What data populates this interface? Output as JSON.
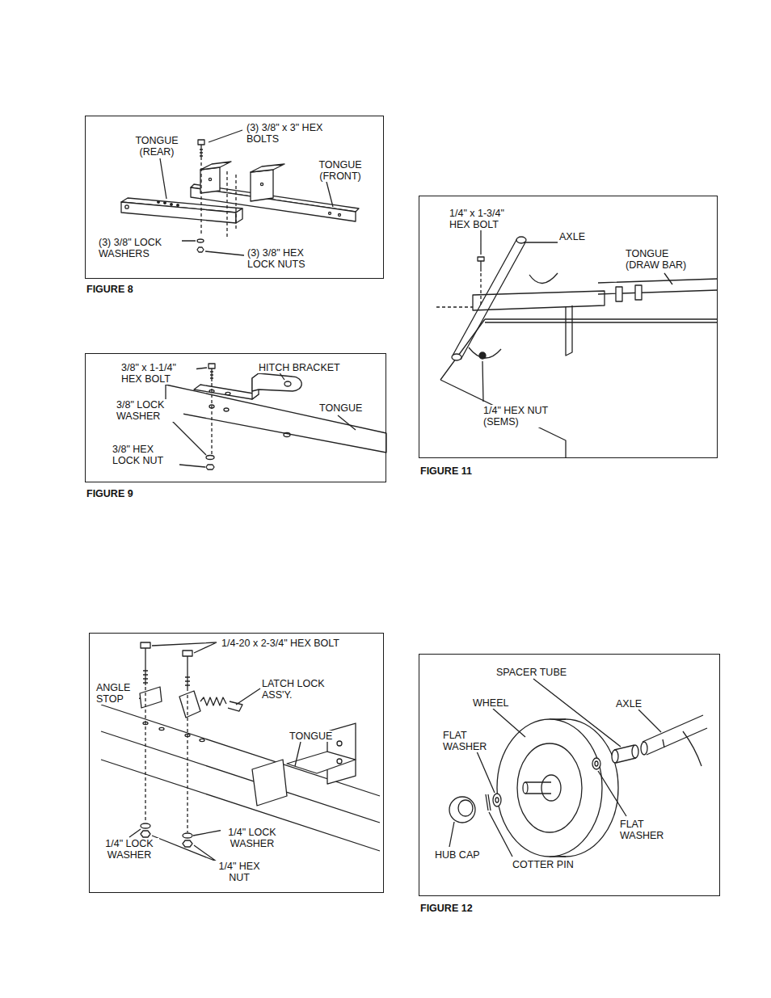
{
  "diagram": {
    "nodes": [
      {
        "text": [
          "TONGUE (REAR)",
          "(3) 3/8\" x 3\" HEX BOLTS",
          "TONGUE (FRONT)",
          "(3) 3/8\" LOCK WASHERS",
          "(3) 3/8\" HEX LOCK NUTS",
          "FIGURE 8"
        ]
      },
      {
        "text": [
          "1/4\" x 1-3/4\" HEX BOLT",
          "AXLE",
          "TONGUE (DRAW BAR)",
          "1/4\" HEX NUT (SEMS)",
          "FIGURE 11"
        ]
      },
      {
        "text": [
          "3/8\" x 1-1/4\" HEX BOLT",
          "HITCH BRACKET",
          "3/8\" LOCK WASHER",
          "TONGUE",
          "3/8\" HEX LOCK NUT",
          "FIGURE 9"
        ]
      },
      {
        "text": [
          "1/4-20 x 2-3/4\" HEX BOLT",
          "ANGLE STOP",
          "LATCH LOCK ASS'Y.",
          "TONGUE",
          "1/4\" LOCK WASHER",
          "1/4\" LOCK WASHER",
          "1/4\" HEX NUT"
        ]
      },
      {
        "text": [
          "SPACER TUBE",
          "WHEEL",
          "AXLE",
          "FLAT WASHER",
          "FLAT WASHER",
          "HUB CAP",
          "COTTER PIN",
          "FIGURE 12"
        ]
      }
    ]
  }
}
